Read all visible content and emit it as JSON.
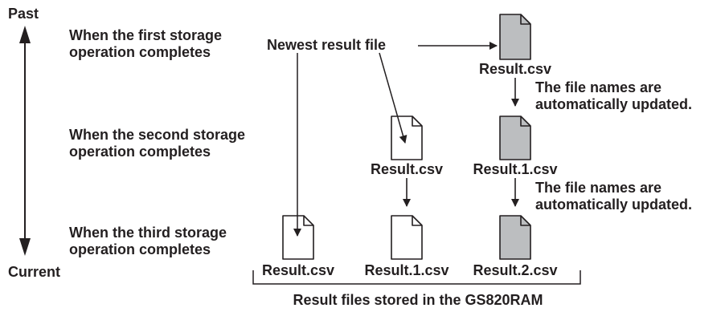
{
  "time_axis": {
    "top_label": "Past",
    "bottom_label": "Current"
  },
  "stages": [
    {
      "label": "When the first storage operation completes"
    },
    {
      "label": "When the second storage operation completes"
    },
    {
      "label": "When the third storage operation completes"
    }
  ],
  "newest_label": "Newest result file",
  "update_note": "The file names are automatically updated.",
  "files": {
    "stage1": [
      "Result.csv"
    ],
    "stage2": [
      "Result.csv",
      "Result.1.csv"
    ],
    "stage3": [
      "Result.csv",
      "Result.1.csv",
      "Result.2.csv"
    ]
  },
  "storage_caption": "Result files stored in the GS820RAM",
  "colors": {
    "text": "#231f20",
    "file_white": "#ffffff",
    "file_gray": "#bcbec0",
    "stroke": "#231f20"
  }
}
